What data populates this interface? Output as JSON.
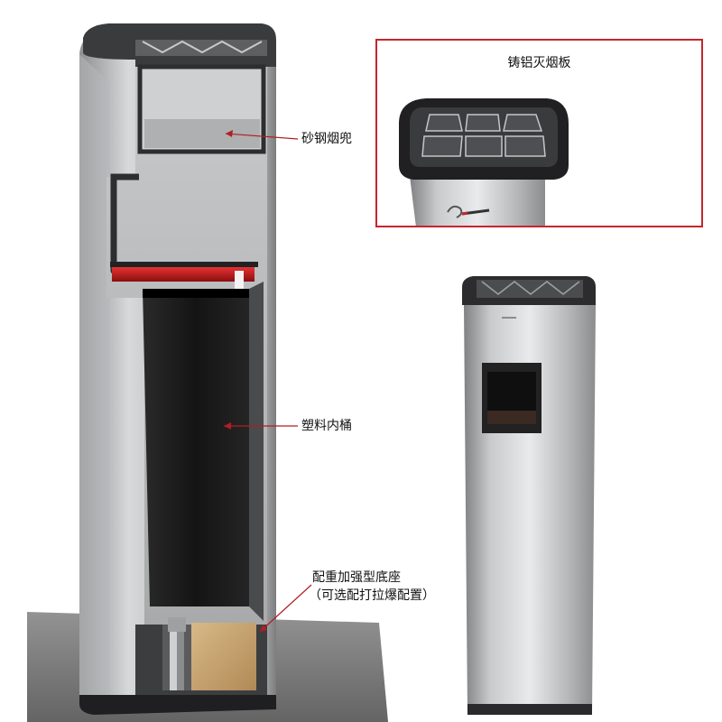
{
  "callouts": {
    "sand_steel_tray": "砂钢烟兜",
    "plastic_inner_bin": "塑料内桶",
    "weighted_base_line1": "配重加强型底座",
    "weighted_base_line2": "（可选配打拉爆配置）"
  },
  "inset": {
    "title": "铸铝灭烟板"
  },
  "colors": {
    "accent": "#c4262e",
    "steel_light": "#d9dadb",
    "steel_dark": "#6e7072",
    "plastic": "#1b1b1b",
    "lid": "#2c2c2e",
    "floor": "#6f6f6f",
    "base_block": "#c9a372"
  }
}
